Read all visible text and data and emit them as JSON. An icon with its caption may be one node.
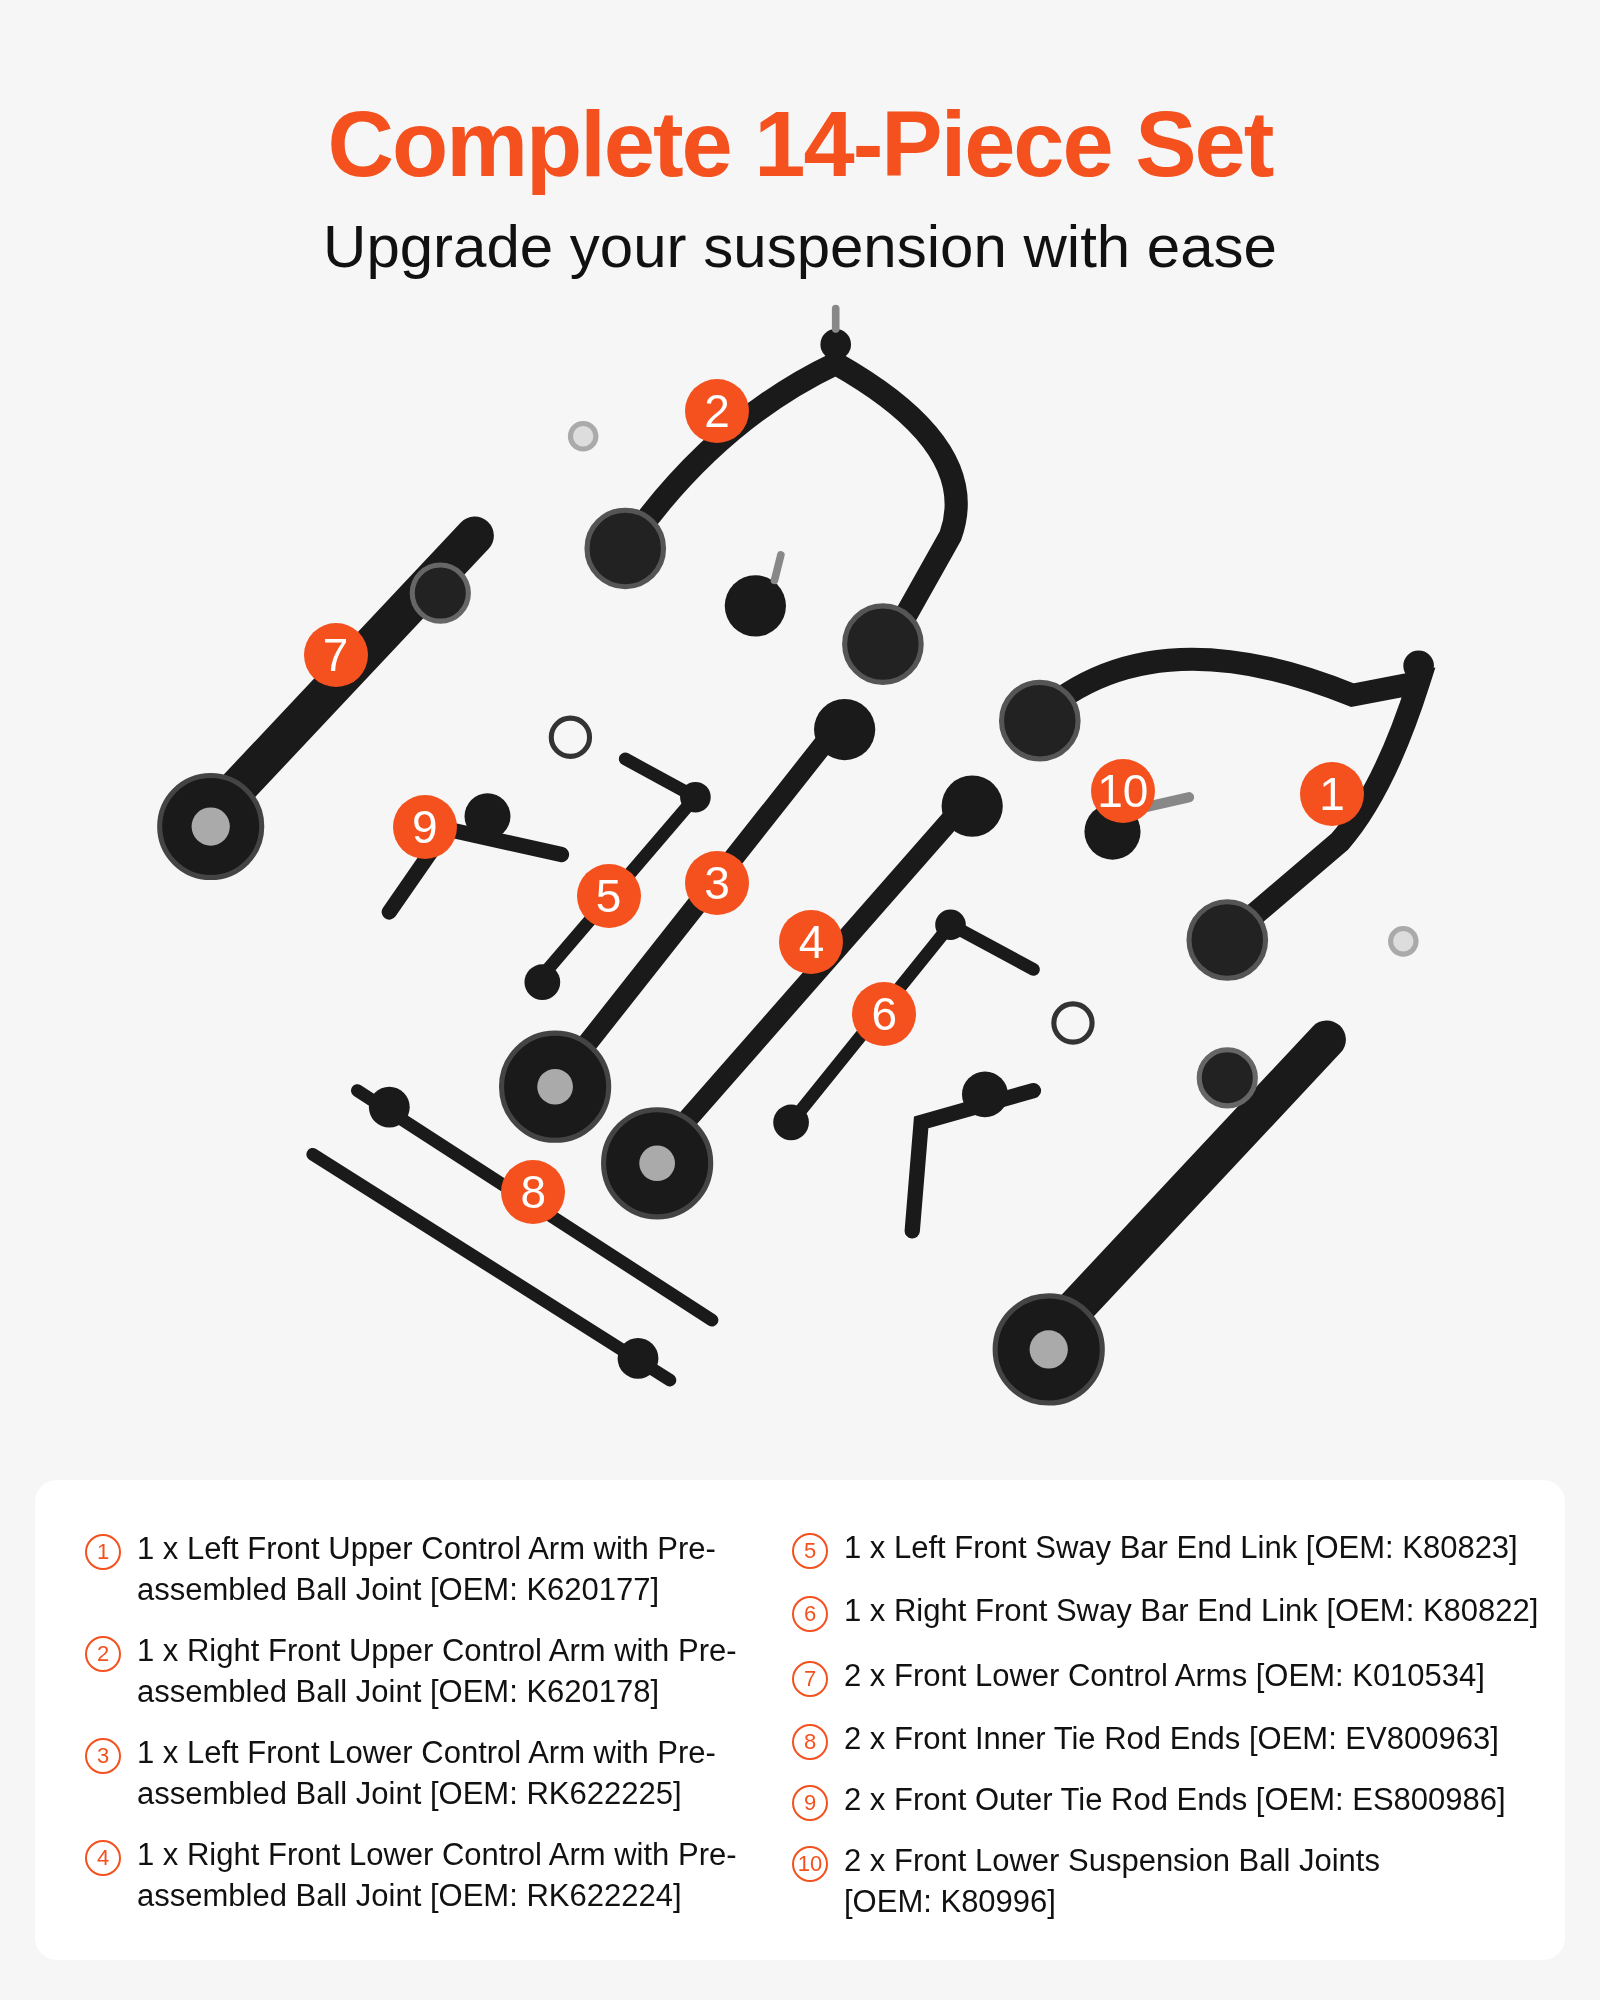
{
  "diagram": {
    "title": "Complete 14-Piece Set",
    "labels": [
      "Upgrade your suspension with ease",
      "2",
      "7",
      "10",
      "1",
      "9",
      "3",
      "5",
      "4",
      "6",
      "8",
      "1",
      "1 x Left Front Upper Control Arm with Pre-assembled Ball Joint [OEM: K620177]",
      "2",
      "1 x Right Front Upper Control Arm with Pre-assembled Ball Joint [OEM: K620178]",
      "3",
      "1 x Left Front Lower Control Arm with Pre-assembled Ball Joint [OEM: RK622225]",
      "4",
      "1 x Right Front Lower Control Arm with Pre-assembled Ball Joint [OEM: RK622224]",
      "5",
      "1 x Left Front Sway Bar End Link [OEM: K80823]",
      "6",
      "1 x Right Front Sway Bar End Link [OEM: K80822]",
      "7",
      "2 x Front Lower Control Arms [OEM: K010534]",
      "8",
      "2 x Front Inner Tie Rod Ends [OEM: EV800963]",
      "9",
      "2 x Front Outer Tie Rod Ends [OEM: ES800986]",
      "10",
      "2 x Front Lower Suspension Ball Joints [OEM: K80996]"
    ]
  }
}
